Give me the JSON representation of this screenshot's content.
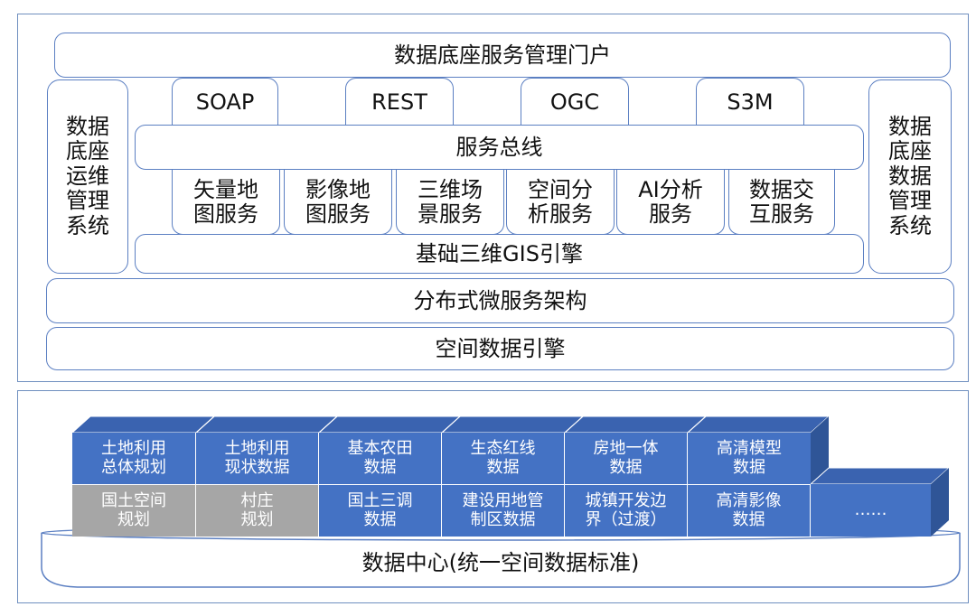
{
  "upper": {
    "portal": "数据底座服务管理门户",
    "left_side": "数据\n底座\n运维\n管理\n系统",
    "right_side": "数据\n底座\n数据\n管理\n系统",
    "tabs": [
      "SOAP",
      "REST",
      "OGC",
      "S3M"
    ],
    "bus": "服务总线",
    "services": [
      "矢量地\n图服务",
      "影像地\n图服务",
      "三维场\n景服务",
      "空间分\n析服务",
      "AI分析\n服务",
      "数据交\n互服务"
    ],
    "engine": "基础三维GIS引擎",
    "micro": "分布式微服务架构",
    "spatial_engine": "空间数据引擎"
  },
  "lower": {
    "top_row": [
      "土地利用\n总体规划",
      "土地利用\n现状数据",
      "基本农田\n数据",
      "生态红线\n数据",
      "房地一体\n数据",
      "高清模型\n数据"
    ],
    "bottom_row": [
      "国土空间\n规划",
      "村庄\n规划",
      "国土三调\n数据",
      "建设用地管\n制区数据",
      "城镇开发边\n界（过渡）",
      "高清影像\n数据",
      "……"
    ],
    "data_center": "数据中心(统一空间数据标准)"
  },
  "colors": {
    "blue_face": "#4472c4",
    "blue_top": "#3a63b0",
    "blue_side": "#2f5597",
    "gray_face": "#a6a6a6",
    "gray_side": "#8c8c8c",
    "border": "#5b7fc2"
  }
}
